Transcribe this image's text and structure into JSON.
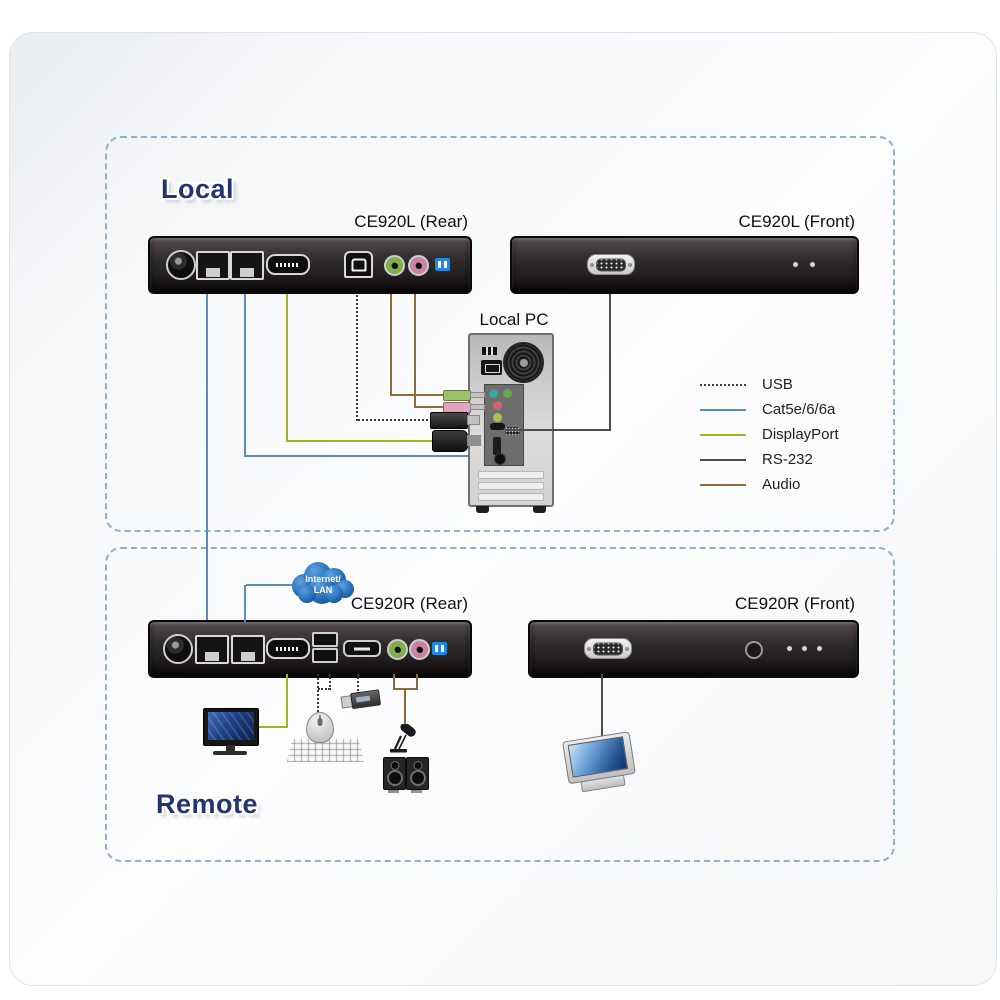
{
  "sections": {
    "local": {
      "label": "Local"
    },
    "remote": {
      "label": "Remote"
    }
  },
  "devices": {
    "ce920l_rear": {
      "label": "CE920L (Rear)"
    },
    "ce920l_front": {
      "label": "CE920L (Front)"
    },
    "ce920r_rear": {
      "label": "CE920R (Rear)"
    },
    "ce920r_front": {
      "label": "CE920R (Front)"
    }
  },
  "local_pc": {
    "label": "Local PC"
  },
  "cloud": {
    "line1": "Internet/",
    "line2": "LAN"
  },
  "legend": {
    "items": [
      {
        "label": "USB",
        "line_style": "dotted"
      },
      {
        "label": "Cat5e/6/6a",
        "line_style": "solid"
      },
      {
        "label": "DisplayPort",
        "line_style": "solid"
      },
      {
        "label": "RS-232",
        "line_style": "solid"
      },
      {
        "label": "Audio",
        "line_style": "solid"
      }
    ]
  },
  "colors": {
    "usb": "#3a3a3a",
    "cat5": "#5b8db8",
    "displayport": "#a6b21f",
    "rs232": "#4c4c4c",
    "audio": "#8a6d3b",
    "box_dash": "#8fb0c6",
    "section_label": "#23356e",
    "cloud_blue": "#2f77c2",
    "cloud_blue_dark": "#1a5fa8",
    "terminal_blue": "#1e88e5",
    "audio_jack_green": "#7fae4a",
    "audio_jack_pink": "#c983a2"
  }
}
